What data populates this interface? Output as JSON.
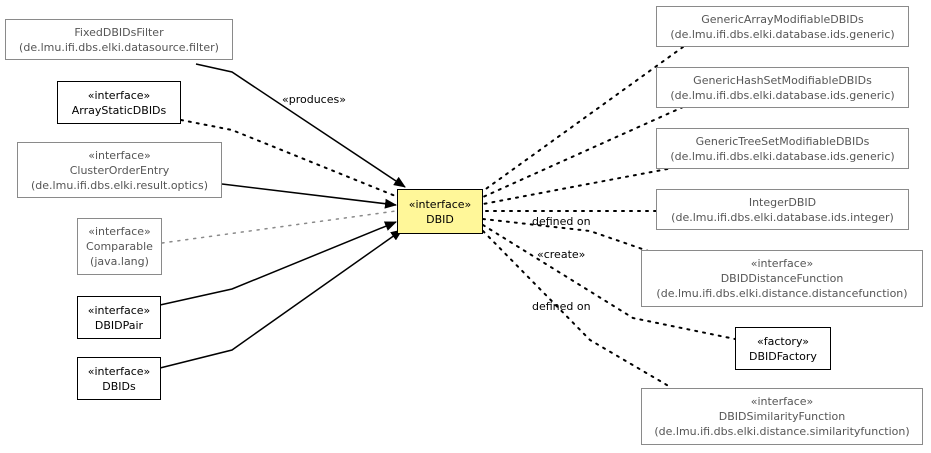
{
  "nodes": {
    "fixed_filter": {
      "name": "FixedDBIDsFilter",
      "package": "(de.lmu.ifi.dbs.elki.datasource.filter)"
    },
    "array_static": {
      "stereotype": "«interface»",
      "name": "ArrayStaticDBIDs"
    },
    "cluster_order": {
      "stereotype": "«interface»",
      "name": "ClusterOrderEntry",
      "package": "(de.lmu.ifi.dbs.elki.result.optics)"
    },
    "comparable": {
      "stereotype": "«interface»",
      "name": "Comparable",
      "package": "(java.lang)"
    },
    "dbid_pair": {
      "stereotype": "«interface»",
      "name": "DBIDPair"
    },
    "dbids": {
      "stereotype": "«interface»",
      "name": "DBIDs"
    },
    "dbid": {
      "stereotype": "«interface»",
      "name": "DBID"
    },
    "generic_array": {
      "name": "GenericArrayModifiableDBIDs",
      "package": "(de.lmu.ifi.dbs.elki.database.ids.generic)"
    },
    "generic_hashset": {
      "name": "GenericHashSetModifiableDBIDs",
      "package": "(de.lmu.ifi.dbs.elki.database.ids.generic)"
    },
    "generic_treeset": {
      "name": "GenericTreeSetModifiableDBIDs",
      "package": "(de.lmu.ifi.dbs.elki.database.ids.generic)"
    },
    "integer_dbid": {
      "name": "IntegerDBID",
      "package": "(de.lmu.ifi.dbs.elki.database.ids.integer)"
    },
    "dbid_distance": {
      "stereotype": "«interface»",
      "name": "DBIDDistanceFunction",
      "package": "(de.lmu.ifi.dbs.elki.distance.distancefunction)"
    },
    "dbid_factory": {
      "stereotype": "«factory»",
      "name": "DBIDFactory"
    },
    "dbid_similarity": {
      "stereotype": "«interface»",
      "name": "DBIDSimilarityFunction",
      "package": "(de.lmu.ifi.dbs.elki.distance.similarityfunction)"
    }
  },
  "edge_labels": {
    "produces": "«produces»",
    "defined_on_1": "defined on",
    "create": "«create»",
    "defined_on_2": "defined on"
  },
  "colors": {
    "focus_fill": "#fff799",
    "external_border": "#8a8a8a",
    "external_text": "#555555",
    "line": "#000000"
  }
}
